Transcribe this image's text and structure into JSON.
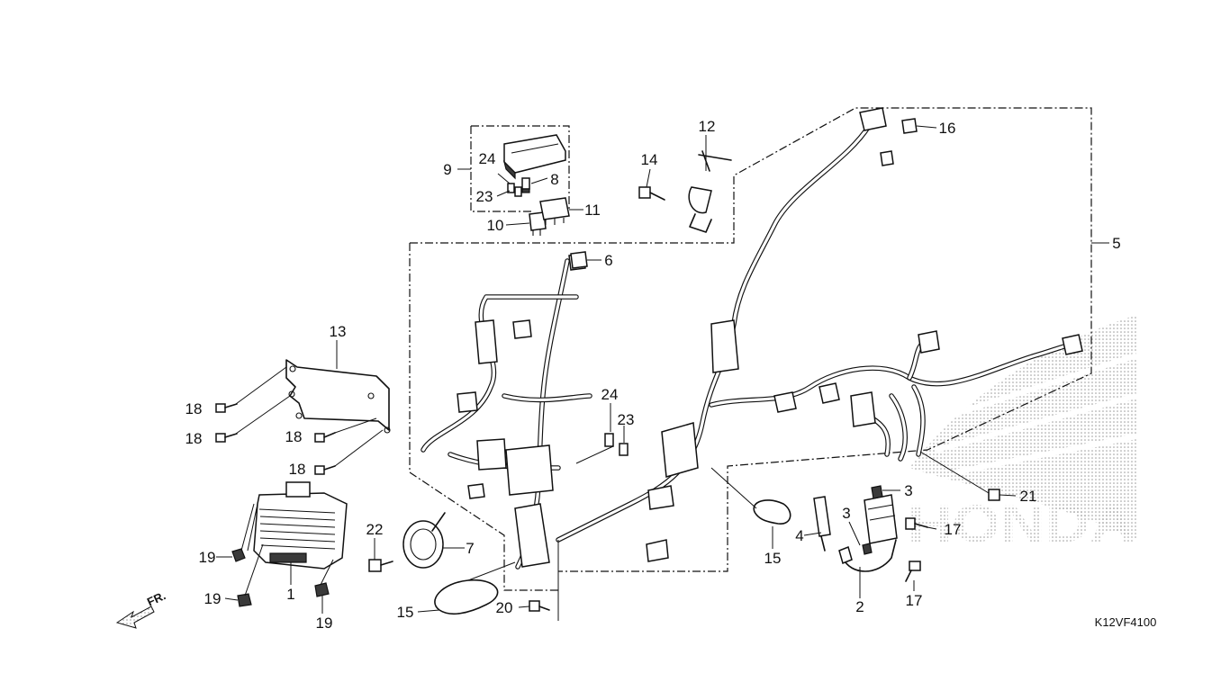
{
  "diagram": {
    "code": "K12VF4100",
    "direction_label": "FR.",
    "watermark": "HONDA",
    "callouts": [
      {
        "id": "c1",
        "label": "1"
      },
      {
        "id": "c2",
        "label": "2"
      },
      {
        "id": "c3a",
        "label": "3"
      },
      {
        "id": "c3b",
        "label": "3"
      },
      {
        "id": "c4",
        "label": "4"
      },
      {
        "id": "c5",
        "label": "5"
      },
      {
        "id": "c6",
        "label": "6"
      },
      {
        "id": "c7",
        "label": "7"
      },
      {
        "id": "c8",
        "label": "8"
      },
      {
        "id": "c9",
        "label": "9"
      },
      {
        "id": "c10",
        "label": "10"
      },
      {
        "id": "c11",
        "label": "11"
      },
      {
        "id": "c12",
        "label": "12"
      },
      {
        "id": "c13",
        "label": "13"
      },
      {
        "id": "c14",
        "label": "14"
      },
      {
        "id": "c15a",
        "label": "15"
      },
      {
        "id": "c15b",
        "label": "15"
      },
      {
        "id": "c16",
        "label": "16"
      },
      {
        "id": "c17a",
        "label": "17"
      },
      {
        "id": "c17b",
        "label": "17"
      },
      {
        "id": "c18a",
        "label": "18"
      },
      {
        "id": "c18b",
        "label": "18"
      },
      {
        "id": "c18c",
        "label": "18"
      },
      {
        "id": "c18d",
        "label": "18"
      },
      {
        "id": "c19a",
        "label": "19"
      },
      {
        "id": "c19b",
        "label": "19"
      },
      {
        "id": "c19c",
        "label": "19"
      },
      {
        "id": "c20",
        "label": "20"
      },
      {
        "id": "c21",
        "label": "21"
      },
      {
        "id": "c22",
        "label": "22"
      },
      {
        "id": "c23a",
        "label": "23"
      },
      {
        "id": "c23b",
        "label": "23"
      },
      {
        "id": "c24a",
        "label": "24"
      },
      {
        "id": "c24b",
        "label": "24"
      }
    ]
  }
}
